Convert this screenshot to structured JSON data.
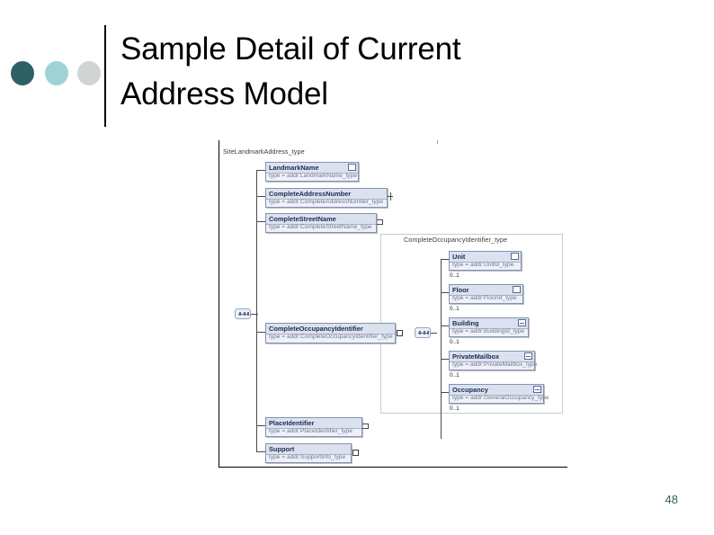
{
  "slide": {
    "title": "Sample Detail of Current\nAddress Model",
    "page_number": "48",
    "accent_colors": {
      "dot_dark": "#2d6166",
      "dot_light": "#9ed2d6",
      "dot_gray": "#d1d4d4",
      "page_number": "#3b5a60",
      "box_border": "#8793ab",
      "box_header_fill": "#dbe2ef",
      "box_body_fill": "#eef1f7",
      "name_text": "#1b2a52",
      "type_text": "#6d7791"
    }
  },
  "diagram": {
    "root_label": "SiteLandmarkAddress_type",
    "subgroup_label": "CompleteOccupancyIdentifier_type",
    "root_elements": [
      {
        "name": "LandmarkName",
        "type": "type = addr:LandmarkName_type",
        "glyph": "expander-box",
        "cardinality": ""
      },
      {
        "name": "CompleteAddressNumber",
        "type": "type = addr:CompleteAddressNumber_type",
        "glyph": "connector-stub",
        "cardinality": ""
      },
      {
        "name": "CompleteStreetName",
        "type": "type = addr:CompleteStreetName_type",
        "glyph": "connector-stub",
        "cardinality": ""
      },
      {
        "name": "CompleteOccupancyIdentifier",
        "type": "type = addr:CompleteOccupancyIdentifier_type",
        "glyph": "connector-square",
        "cardinality": ""
      },
      {
        "name": "PlaceIdentifier",
        "type": "type = addr:PlaceIdentifier_type",
        "glyph": "connector-stub",
        "cardinality": ""
      },
      {
        "name": "Support",
        "type": "type = addr:SupportInfo_type",
        "glyph": "connector-square",
        "cardinality": ""
      }
    ],
    "occupancy_elements": [
      {
        "name": "Unit",
        "type": "type = addr:UnitId_type",
        "glyph": "expander-box",
        "cardinality": "0..1"
      },
      {
        "name": "Floor",
        "type": "type = addr:FloorId_type",
        "glyph": "expander-box",
        "cardinality": "0..1"
      },
      {
        "name": "Building",
        "type": "type = addr:BuildingId_type",
        "glyph": "expander-minus",
        "cardinality": "0..1"
      },
      {
        "name": "PrivateMailbox",
        "type": "type = addr:PrivateMailbox_type",
        "glyph": "expander-minus",
        "cardinality": "0..1"
      },
      {
        "name": "Occupancy",
        "type": "type = addr:GeneralOccupancy_type",
        "glyph": "expander-minus",
        "cardinality": "0..1"
      }
    ],
    "compositors": [
      {
        "name": "sequence-left",
        "kind": "sequence"
      },
      {
        "name": "sequence-right",
        "kind": "sequence"
      }
    ]
  }
}
